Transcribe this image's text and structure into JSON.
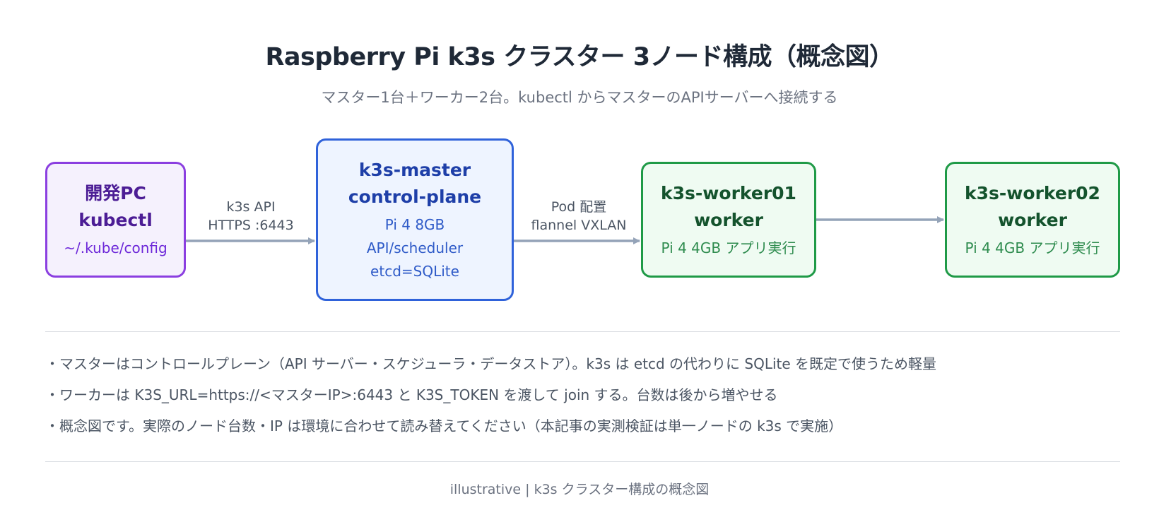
{
  "title": "Raspberry Pi k3s クラスター 3ノード構成（概念図）",
  "subtitle": "マスター1台＋ワーカー2台。kubectl からマスターのAPIサーバーへ接続する",
  "nodes": {
    "pc": {
      "title1": "開発PC",
      "title2": "kubectl",
      "detail1": "~/.kube/config"
    },
    "master": {
      "title1": "k3s-master",
      "title2": "control-plane",
      "detail1": "Pi 4 8GB",
      "detail2": "API/scheduler",
      "detail3": "etcd=SQLite"
    },
    "worker1": {
      "title1": "k3s-worker01",
      "title2": "worker",
      "detail1": "Pi 4 4GB アプリ実行"
    },
    "worker2": {
      "title1": "k3s-worker02",
      "title2": "worker",
      "detail1": "Pi 4 4GB アプリ実行"
    }
  },
  "edges": {
    "pc_to_master": {
      "line1": "k3s API",
      "line2": "HTTPS :6443"
    },
    "master_to_worker1": {
      "line1": "Pod 配置",
      "line2": "flannel VXLAN"
    }
  },
  "notes": [
    "・マスターはコントロールプレーン（API サーバー・スケジューラ・データストア）。k3s は etcd の代わりに SQLite を既定で使うため軽量",
    "・ワーカーは K3S_URL=https://<マスターIP>:6443 と K3S_TOKEN を渡して join する。台数は後から増やせる",
    "・概念図です。実際のノード台数・IP は環境に合わせて読み替えてください（本記事の実測検証は単一ノードの k3s で実施）"
  ],
  "footer": "illustrative | k3s クラスター構成の概念図",
  "colors": {
    "arrow": "#94a3b8",
    "pc_border": "#8b3fe0",
    "master_border": "#2f62da",
    "worker_border": "#1f9a47"
  }
}
